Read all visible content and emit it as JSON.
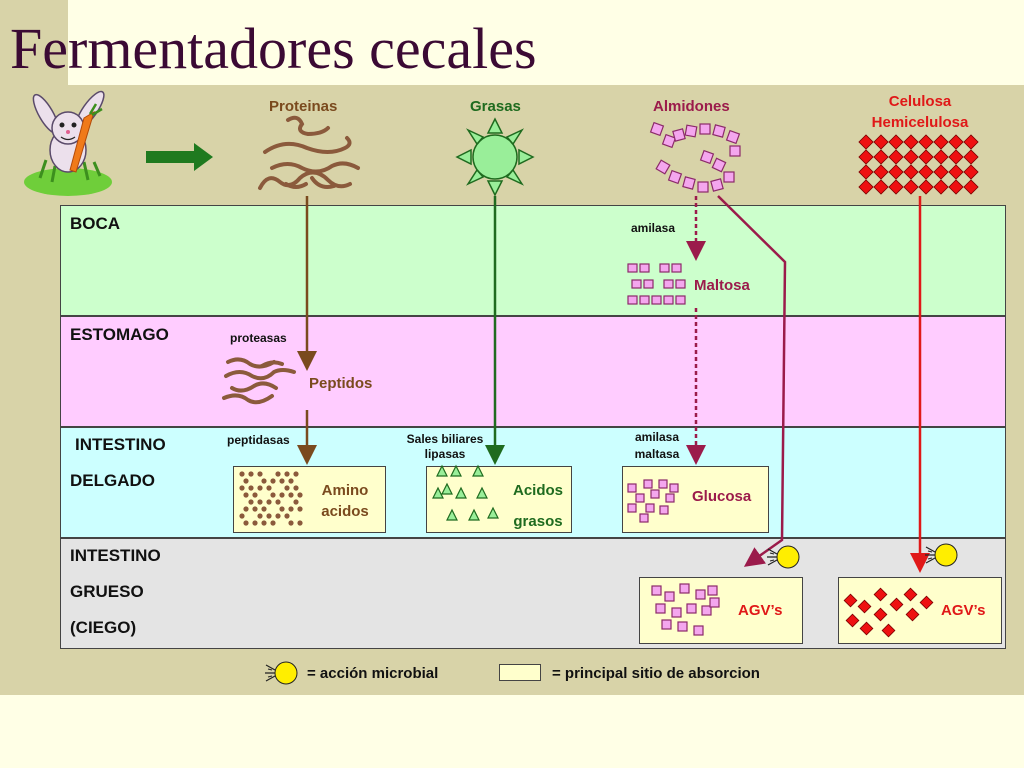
{
  "title": "Fermentadores cecales",
  "nutrients": {
    "proteinas": "Proteinas",
    "grasas": "Grasas",
    "almidones": "Almidones",
    "celulosa": "Celulosa",
    "hemicelulosa": "Hemicelulosa"
  },
  "zones": {
    "boca": "BOCA",
    "estomago": "ESTOMAGO",
    "intestino_delgado_1": "INTESTINO",
    "intestino_delgado_2": "DELGADO",
    "intestino_grueso_1": "INTESTINO",
    "intestino_grueso_2": "GRUESO",
    "intestino_grueso_3": "(CIEGO)"
  },
  "enzymes": {
    "amilasa": "amilasa",
    "proteasas": "proteasas",
    "peptidasas": "peptidasas",
    "sales_biliares": "Sales biliares",
    "lipasas": "lipasas",
    "amilasa2": "amilasa",
    "maltasa": "maltasa"
  },
  "products": {
    "maltosa": "Maltosa",
    "peptidos": "Peptidos",
    "amino_1": "Amino",
    "amino_2": "acidos",
    "acidos_1": "Acidos",
    "acidos_2": "grasos",
    "glucosa": "Glucosa",
    "agv_1": "AGV’s",
    "agv_2": "AGV’s"
  },
  "legend": {
    "microbial": "= acción microbial",
    "absorption": "= principal sitio de absorcion"
  },
  "colors": {
    "background": "#ffffe6",
    "band": "#d8d3a8",
    "title": "#3b0a34",
    "boca": "#ccffcc",
    "estomago": "#ffccff",
    "delgado": "#ccffff",
    "grueso": "#e4e4e4",
    "absorption_box": "#ffffcc",
    "protein": "#8b5a3c",
    "fat": "#99ee99",
    "starch": "#f4a6ee",
    "cellulose": "#ee1111",
    "maroon_arrow": "#9b1b4b",
    "microbe": "#ffee00"
  }
}
